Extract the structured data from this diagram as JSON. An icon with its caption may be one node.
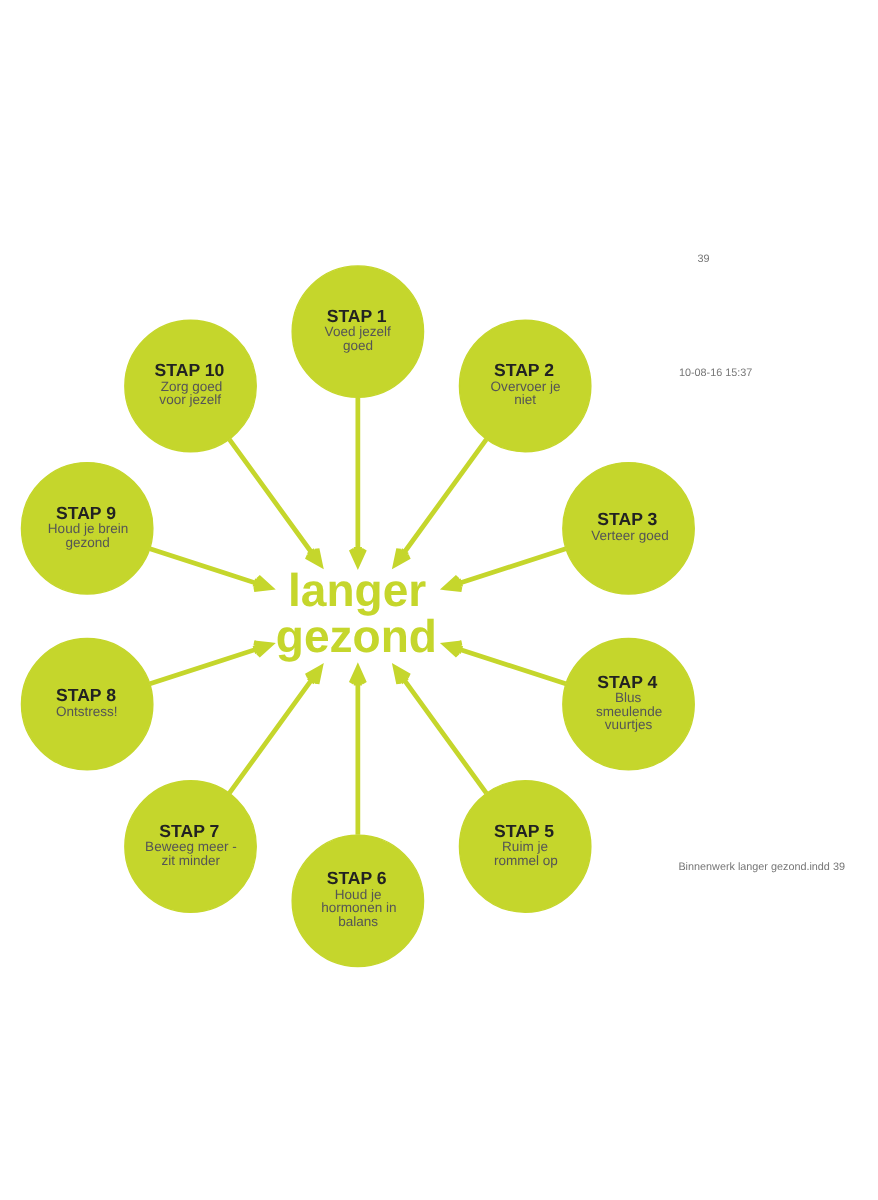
{
  "diagram": {
    "nodes": [
      {
        "text": [
          "STAP 10",
          "Zorg goed voor jezelf"
        ]
      },
      {
        "text": [
          "STAP 1",
          "Voed jezelf goed"
        ]
      },
      {
        "text": [
          "STAP 9",
          "Houd je brein gezond"
        ]
      },
      {
        "text": [
          "STAP 2",
          "Overvoer je niet"
        ]
      },
      {
        "text": [
          "STAP 8",
          "Ontstress!"
        ]
      },
      {
        "text": [
          "langer gezond"
        ]
      },
      {
        "text": [
          "STAP 3",
          "Verteer goed"
        ]
      },
      {
        "text": [
          "STAP 7",
          "Beweeg meer - zit minder"
        ]
      },
      {
        "text": [
          "STAP 4",
          "Blus smeulende vuurtjes"
        ]
      },
      {
        "text": [
          "STAP 6",
          "Houd je hormonen in balans"
        ]
      },
      {
        "text": [
          "STAP 5",
          "Ruim je rommel op"
        ]
      }
    ],
    "edges": [
      {
        "from": 1,
        "to": 5,
        "arrow": "to"
      },
      {
        "from": 3,
        "to": 5,
        "arrow": "to"
      },
      {
        "from": 6,
        "to": 5,
        "arrow": "to"
      },
      {
        "from": 8,
        "to": 5,
        "arrow": "to"
      },
      {
        "from": 10,
        "to": 5,
        "arrow": "to"
      },
      {
        "from": 9,
        "to": 5,
        "arrow": "to"
      },
      {
        "from": 7,
        "to": 5,
        "arrow": "to"
      },
      {
        "from": 4,
        "to": 5,
        "arrow": "to"
      },
      {
        "from": 2,
        "to": 5,
        "arrow": "to"
      },
      {
        "from": 0,
        "to": 5,
        "arrow": "to"
      }
    ],
    "labels": [
      "39",
      "Binnenwerk langer gezond.indd 39",
      "10-08-16 15:37"
    ]
  }
}
